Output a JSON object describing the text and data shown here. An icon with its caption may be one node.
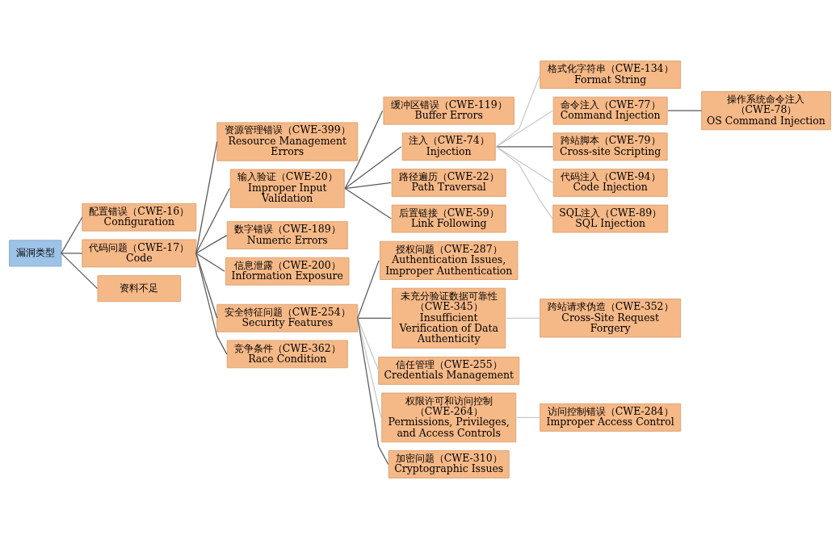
{
  "diagram": {
    "nodes": [
      {
        "text": [
          "漏洞类型"
        ]
      },
      {
        "text": [
          "配置错误（CWE-16）",
          "Configuration"
        ]
      },
      {
        "text": [
          "代码问题（CWE-17）",
          "Code"
        ]
      },
      {
        "text": [
          "资料不足"
        ]
      },
      {
        "text": [
          "资源管理错误（CWE-399）",
          "Resource Management Errors"
        ]
      },
      {
        "text": [
          "输入验证（CWE-20）",
          "Improper Input Validation"
        ]
      },
      {
        "text": [
          "数字错误（CWE-189）",
          "Numeric Errors"
        ]
      },
      {
        "text": [
          "信息泄露（CWE-200）",
          "Information Exposure"
        ]
      },
      {
        "text": [
          "安全特征问题（CWE-254）",
          "Security Features"
        ]
      },
      {
        "text": [
          "竞争条件（CWE-362）",
          "Race Condition"
        ]
      },
      {
        "text": [
          "缓冲区错误（CWE-119）",
          "Buffer Errors"
        ]
      },
      {
        "text": [
          "注入（CWE-74）",
          "Injection"
        ]
      },
      {
        "text": [
          "路径遍历（CWE-22）",
          "Path Traversal"
        ]
      },
      {
        "text": [
          "后置链接（CWE-59）",
          "Link Following"
        ]
      },
      {
        "text": [
          "格式化字符串（CWE-134）",
          "Format String"
        ]
      },
      {
        "text": [
          "命令注入（CWE-77）",
          "Command Injection"
        ]
      },
      {
        "text": [
          "跨站脚本（CWE-79）",
          "Cross-site Scripting"
        ]
      },
      {
        "text": [
          "代码注入（CWE-94）",
          "Code Injection"
        ]
      },
      {
        "text": [
          "SQL注入（CWE-89）",
          "SQL Injection"
        ]
      },
      {
        "text": [
          "操作系统命令注入（CWE-78）",
          "OS Command Injection"
        ]
      },
      {
        "text": [
          "授权问题（CWE-287）",
          "Authentication Issues, Improper Authentication"
        ]
      },
      {
        "text": [
          "未充分验证数据可靠性（CWE-345）",
          "Insufficient Verification of Data Authenticity"
        ]
      },
      {
        "text": [
          "跨站请求伪造（CWE-352）",
          "Cross-Site Request Forgery"
        ]
      },
      {
        "text": [
          "信任管理（CWE-255）",
          "Credentials Management"
        ]
      },
      {
        "text": [
          "权限许可和访问控制（CWE-264）",
          "Permissions, Privileges, and Access Controls"
        ]
      },
      {
        "text": [
          "访问控制错误（CWE-284）",
          "Improper Access Control"
        ]
      },
      {
        "text": [
          "加密问题（CWE-310）",
          "Cryptographic Issues"
        ]
      }
    ],
    "edges": [
      {
        "from": 0,
        "to": 1,
        "arrow": "none"
      },
      {
        "from": 0,
        "to": 2,
        "arrow": "none"
      },
      {
        "from": 0,
        "to": 3,
        "arrow": "none"
      },
      {
        "from": 2,
        "to": 4,
        "arrow": "none"
      },
      {
        "from": 2,
        "to": 5,
        "arrow": "none"
      },
      {
        "from": 2,
        "to": 6,
        "arrow": "none"
      },
      {
        "from": 2,
        "to": 7,
        "arrow": "none"
      },
      {
        "from": 2,
        "to": 8,
        "arrow": "none"
      },
      {
        "from": 2,
        "to": 9,
        "arrow": "none"
      },
      {
        "from": 5,
        "to": 10,
        "arrow": "none"
      },
      {
        "from": 5,
        "to": 11,
        "arrow": "none"
      },
      {
        "from": 5,
        "to": 12,
        "arrow": "none"
      },
      {
        "from": 5,
        "to": 13,
        "arrow": "none"
      },
      {
        "from": 11,
        "to": 14,
        "arrow": "none",
        "color": "#c8c8c8"
      },
      {
        "from": 11,
        "to": 15,
        "arrow": "none",
        "color": "#c8c8c8"
      },
      {
        "from": 11,
        "to": 16,
        "arrow": "none"
      },
      {
        "from": 11,
        "to": 17,
        "arrow": "none",
        "color": "#c8c8c8"
      },
      {
        "from": 11,
        "to": 18,
        "arrow": "none",
        "color": "#c8c8c8"
      },
      {
        "from": 15,
        "to": 19,
        "arrow": "none"
      },
      {
        "from": 8,
        "to": 20,
        "arrow": "none"
      },
      {
        "from": 8,
        "to": 21,
        "arrow": "none"
      },
      {
        "from": 8,
        "to": 23,
        "arrow": "none",
        "color": "#c8c8c8"
      },
      {
        "from": 8,
        "to": 24,
        "arrow": "none",
        "color": "#c8c8c8"
      },
      {
        "from": 8,
        "to": 26,
        "arrow": "none"
      },
      {
        "from": 21,
        "to": 22,
        "arrow": "none",
        "color": "#c8c8c8"
      },
      {
        "from": 24,
        "to": 25,
        "arrow": "none",
        "color": "#c8c8c8"
      }
    ]
  }
}
